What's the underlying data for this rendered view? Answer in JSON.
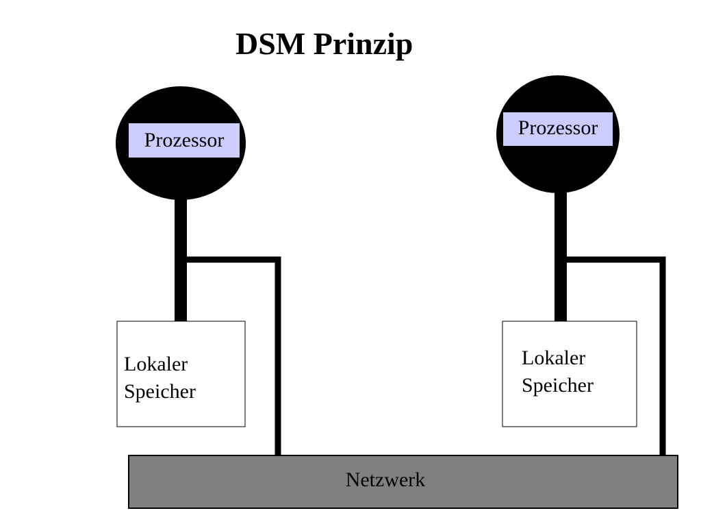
{
  "title": "DSM Prinzip",
  "nodes": [
    {
      "processor_label": "Prozessor",
      "memory_label_line1": "Lokaler",
      "memory_label_line2": "Speicher"
    },
    {
      "processor_label": "Prozessor",
      "memory_label_line1": "Lokaler",
      "memory_label_line2": "Speicher"
    }
  ],
  "network_label": "Netzwerk",
  "colors": {
    "processor_fill": "#000000",
    "processor_label_bg": "#ccccff",
    "network_fill": "#808080",
    "memory_fill": "#ffffff"
  }
}
